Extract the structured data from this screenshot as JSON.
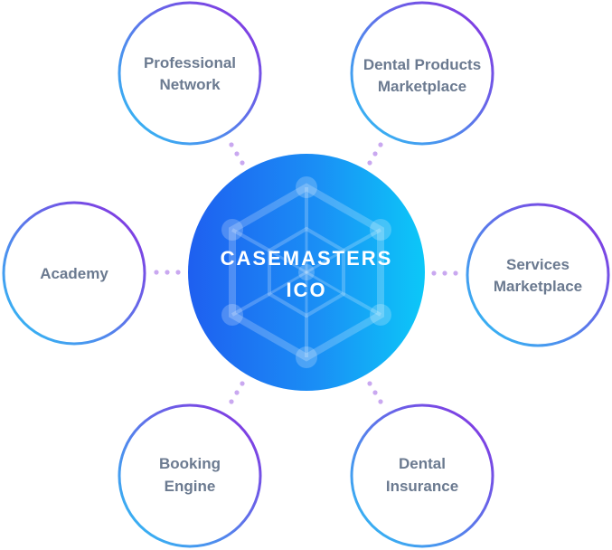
{
  "hub": {
    "lines": [
      "CASEMASTERS",
      "ICO"
    ]
  },
  "nodes": [
    {
      "id": "professional-network",
      "lines": [
        "Professional",
        "Network"
      ]
    },
    {
      "id": "dental-products-marketplace",
      "lines": [
        "Dental Products",
        "Marketplace"
      ]
    },
    {
      "id": "academy",
      "lines": [
        "Academy"
      ]
    },
    {
      "id": "services-marketplace",
      "lines": [
        "Services",
        "Marketplace"
      ]
    },
    {
      "id": "booking-engine",
      "lines": [
        "Booking",
        "Engine"
      ]
    },
    {
      "id": "dental-insurance",
      "lines": [
        "Dental",
        "Insurance"
      ]
    }
  ],
  "colors": {
    "ring_start": "#2cc3f5",
    "ring_end": "#8b2be0",
    "hub_start": "#1e6bf0",
    "hub_end": "#10c8f8",
    "connector_dots": "#c9a8f0",
    "node_text": "#6b7a90"
  }
}
